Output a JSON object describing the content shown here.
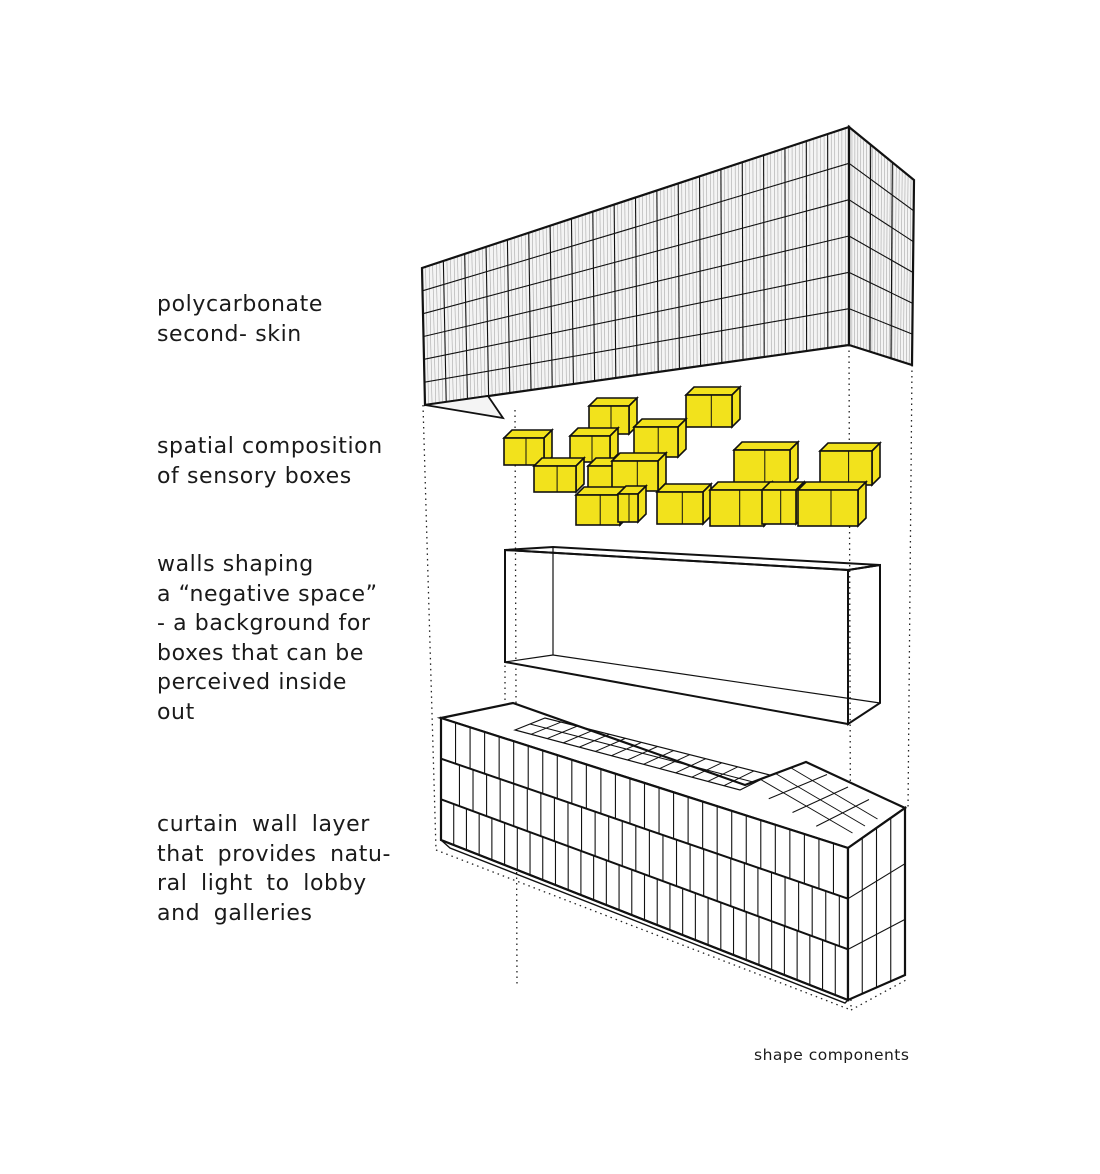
{
  "labels": {
    "polycarbonate_line1": "polycarbonate",
    "polycarbonate_line2": "second- skin",
    "boxes_line1": "spatial composition",
    "boxes_line2": "of sensory boxes",
    "walls_line1": "walls shaping",
    "walls_line2": "a “negative space”",
    "walls_line3": "- a background for",
    "walls_line4": "boxes that can be",
    "walls_line5": "perceived inside",
    "walls_line6": "out",
    "curtain_line1": "curtain wall layer",
    "curtain_line2": "that provides natu-",
    "curtain_line3": "ral light to lobby",
    "curtain_line4": "and galleries"
  },
  "caption": "shape components",
  "colors": {
    "box_yellow": "#f2e21c",
    "line": "#111111"
  }
}
